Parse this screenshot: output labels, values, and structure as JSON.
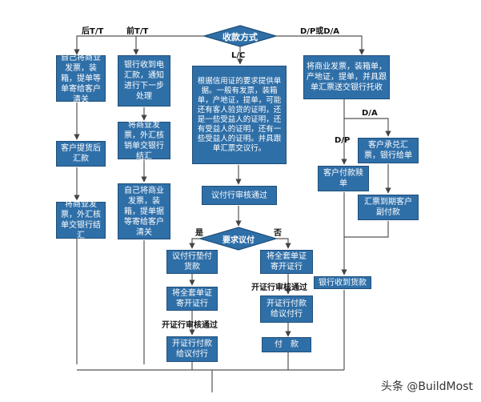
{
  "diagram": {
    "diamond_top": "收款方式",
    "diamond_mid": "要求议付",
    "labels": {
      "post_tt": "后T/T",
      "pre_tt": "前T/T",
      "lc": "L/C",
      "dp_da": "D/P或D/A",
      "da": "D/A",
      "dp": "D/P",
      "yes": "是",
      "no": "否",
      "pass1": "开证行审核通过",
      "pass2": "开证行审核通过"
    },
    "boxes": {
      "post_tt_1": "自己将商业发票，装箱，提单等单寄给客户清关",
      "post_tt_2": "客户提货后汇款",
      "post_tt_3": "将商业发票，外汇核单交银行结汇",
      "pre_tt_1": "银行收到电汇款，通知进行下一步处理",
      "pre_tt_2": "将商业发票，外汇核销单交银行结汇",
      "pre_tt_3": "自己将商业发票，装箱，提单据等寄给客户清关",
      "lc_1": "根据信用证的要求提供单据。一般有发票，装箱单，产地证，提单，可能还有客人验货的证明，还是一些受益人的证明，还有受益人的证明，还有一些受益人的证明。并具跟单汇票交议行。",
      "lc_2": "议付行审核通过",
      "yes_1": "议付行垫付货款",
      "yes_2": "将全套单证寄开证行",
      "yes_3": "开证行付款给议付行",
      "no_1": "将全套单证寄开证行",
      "no_2": "开证行付款给议付行",
      "no_3": "付　款",
      "dpda_1": "将商业发票，装箱单，产地证，提单，并具跟单汇票送交银行托收",
      "da_1": "客户承兑汇票，银行给单",
      "da_2": "汇票到期客户副付款",
      "dp_1": "客户付款赎单",
      "final": "银行收到货款"
    },
    "watermark": "头条 @BuildMost"
  }
}
